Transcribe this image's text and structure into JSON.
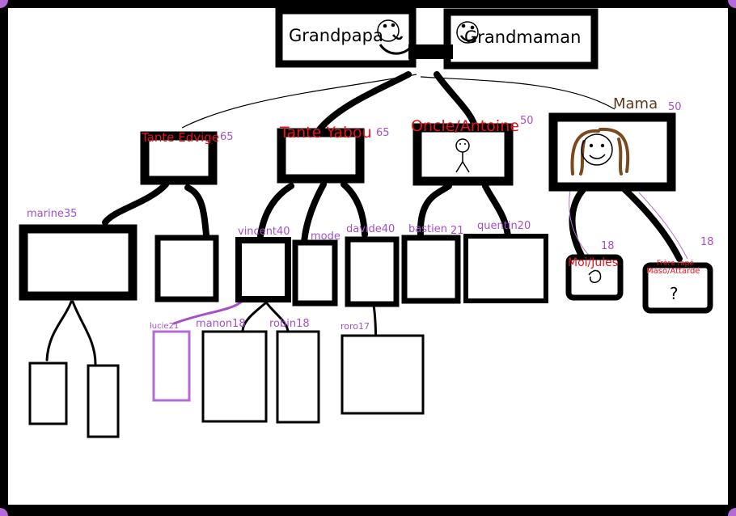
{
  "grandparents": {
    "left": "Grandpapa",
    "right": "Grandmaman"
  },
  "children": [
    {
      "name": "Tante Edvige",
      "age": "65"
    },
    {
      "name": "Tante Yabou",
      "age": "65"
    },
    {
      "name": "Oncle/Antoine",
      "age": "50"
    },
    {
      "name": "Mama",
      "age": "50"
    }
  ],
  "grandchildren": [
    {
      "name": "marine35"
    },
    {
      "name": "vincent40"
    },
    {
      "name": "mode"
    },
    {
      "name": "davide40"
    },
    {
      "name": "bastien",
      "age": "21"
    },
    {
      "name": "quentin20"
    },
    {
      "name": "Moi/Jules",
      "age": "18"
    },
    {
      "name_line1": "Frère rapé",
      "name_line2": "Maso/Attardé",
      "age": "18"
    }
  ],
  "great_grandchildren": [
    "lucie21",
    "manon18",
    "robin18",
    "roro17"
  ],
  "placeholder_glyph": "?",
  "colors": {
    "name_red": "#e8131b",
    "age_purple": "#a64fc9",
    "mama_brown": "#5a3c1a",
    "box_black": "#000000",
    "highlight_purple": "#b56bd6",
    "hair_brown": "#7a4a1e"
  }
}
